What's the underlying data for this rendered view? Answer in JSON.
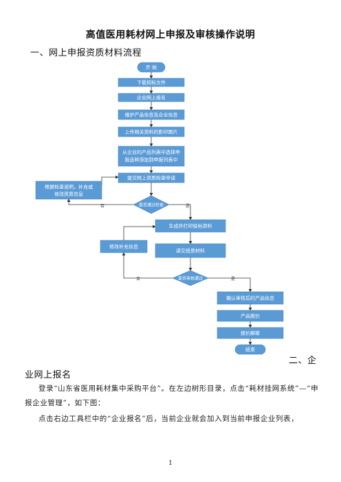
{
  "doc": {
    "title": "高值医用耗材网上申报及审核操作说明",
    "section1": "一、网上申报资质材料流程",
    "section2_part1": "二、企",
    "section2_part2": "业网上报名",
    "para1": "登录“山东省医用耗材集中采购平台”。在左边树形目录，点击“耗材挂网系统”—“申报企业管理”，如下图：",
    "para2": "点击右边工具栏中的“企业报名”后，当前企业就会加入到当前申报企业列表，",
    "page_number": "1"
  },
  "flowchart": {
    "colors": {
      "node": "#5b9bd5",
      "text": "#ffffff",
      "edge": "#333333"
    },
    "start": "开 始",
    "step1": "下载招标文件",
    "step2": "企业网上报名",
    "step3": "维护产品信息及企业信息",
    "step4": "上传相关资料的影印图片",
    "step5_line1": "从企业的产品列表中选择申",
    "step5_line2": "报品种添加到申报列表中",
    "step6": "提交网上资质检查申请",
    "decision1": "是否通过检查",
    "fix1_line1": "根据检查说明，补充或",
    "fix1_line2": "修改资质信息",
    "no1": "否",
    "yes1": "是",
    "step7": "生成并打印投标资料",
    "fix2": "修改补充信息",
    "step8": "递交纸质材料",
    "decision2": "是否审核通过",
    "no2": "否",
    "yes2": "是",
    "step9": "确认审核后的产品信息",
    "step10": "产品报价",
    "step11": "报价解密",
    "end": "结束"
  }
}
